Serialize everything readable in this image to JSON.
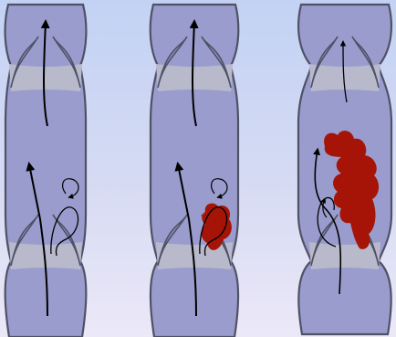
{
  "diagram": {
    "panel_count": 3,
    "colors": {
      "background_top": "#c3d2f4",
      "background_bottom": "#ece8f8",
      "vein_fill": "#9a9ccd",
      "vein_outline": "#4f5166",
      "valve_zone_fill": "#b9b9cc",
      "valve_cusp_fill": "#8f93c7",
      "clot_fill": "#a51407",
      "arrow": "#000000"
    },
    "panels": [
      {
        "id": "vein-normal",
        "clot": "none",
        "upper_flow": "strong",
        "lower_flow": "eddy"
      },
      {
        "id": "vein-small-clot",
        "clot": "small",
        "upper_flow": "strong",
        "lower_flow": "eddy"
      },
      {
        "id": "vein-large-clot",
        "clot": "large",
        "upper_flow": "weak",
        "lower_flow": "eddy"
      }
    ]
  }
}
